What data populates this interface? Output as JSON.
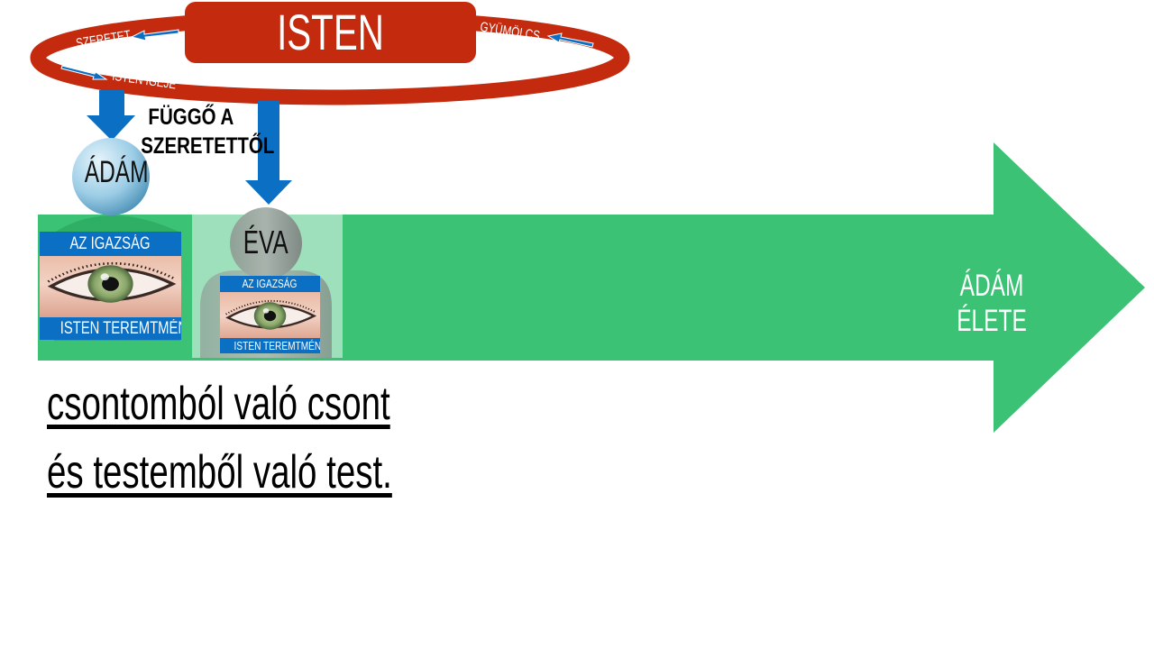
{
  "god": {
    "title": "ISTEN"
  },
  "ring_labels": {
    "love": "SZERETET",
    "fruit": "GYÜMÖLCS",
    "word": "ISTEN IGÉJE"
  },
  "dependency_text": {
    "line1": "FÜGGŐ A",
    "line2": "SZERETETTŐL"
  },
  "adam": {
    "name": "ÁDÁM",
    "top_band": "AZ IGAZSÁG",
    "bottom_band": "ISTEN TEREMTMÉNYE"
  },
  "eve": {
    "name": "ÉVA",
    "top_band": "AZ IGAZSÁG",
    "bottom_band": "ISTEN TEREMTMÉNYE"
  },
  "timeline": {
    "label": "ÁDÁM ÉLETE"
  },
  "verse": {
    "line1": "csontomból való csont",
    "line2": "és testemből való test."
  },
  "colors": {
    "red": "#c42a0e",
    "blue": "#0b6fc4",
    "green": "#3cc275",
    "light_green": "#9fe0bc"
  }
}
